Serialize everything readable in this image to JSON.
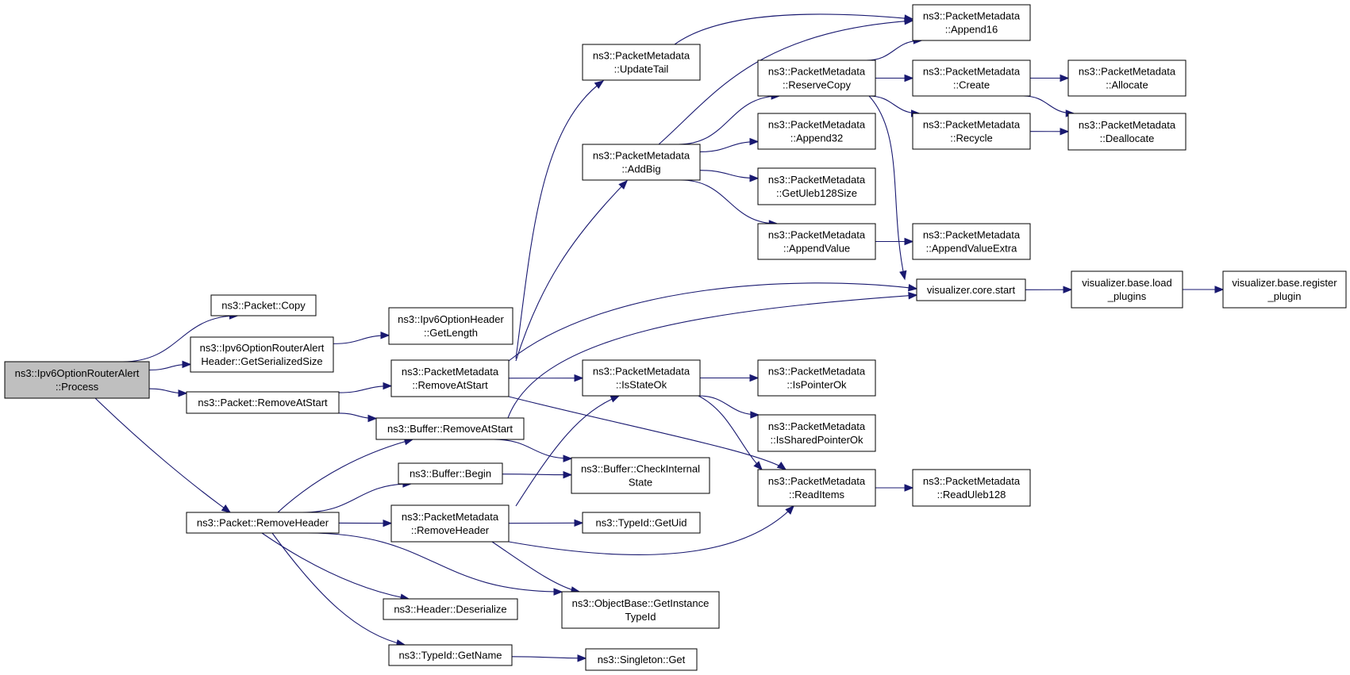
{
  "graph": {
    "root": "process",
    "nodes": [
      {
        "id": "process",
        "lines": [
          "ns3::Ipv6OptionRouterAlert",
          "::Process"
        ]
      },
      {
        "id": "packet_copy",
        "lines": [
          "ns3::Packet::Copy"
        ]
      },
      {
        "id": "get_serialized_size",
        "lines": [
          "ns3::Ipv6OptionRouterAlert",
          "Header::GetSerializedSize"
        ]
      },
      {
        "id": "packet_remove_at_start",
        "lines": [
          "ns3::Packet::RemoveAtStart"
        ]
      },
      {
        "id": "packet_remove_header",
        "lines": [
          "ns3::Packet::RemoveHeader"
        ]
      },
      {
        "id": "opt_get_length",
        "lines": [
          "ns3::Ipv6OptionHeader",
          "::GetLength"
        ]
      },
      {
        "id": "pm_remove_at_start",
        "lines": [
          "ns3::PacketMetadata",
          "::RemoveAtStart"
        ]
      },
      {
        "id": "buffer_remove_at_start",
        "lines": [
          "ns3::Buffer::RemoveAtStart"
        ]
      },
      {
        "id": "buffer_begin",
        "lines": [
          "ns3::Buffer::Begin"
        ]
      },
      {
        "id": "pm_remove_header",
        "lines": [
          "ns3::PacketMetadata",
          "::RemoveHeader"
        ]
      },
      {
        "id": "header_deserialize",
        "lines": [
          "ns3::Header::Deserialize"
        ]
      },
      {
        "id": "typeid_get_name",
        "lines": [
          "ns3::TypeId::GetName"
        ]
      },
      {
        "id": "pm_update_tail",
        "lines": [
          "ns3::PacketMetadata",
          "::UpdateTail"
        ]
      },
      {
        "id": "pm_add_big",
        "lines": [
          "ns3::PacketMetadata",
          "::AddBig"
        ]
      },
      {
        "id": "pm_is_state_ok",
        "lines": [
          "ns3::PacketMetadata",
          "::IsStateOk"
        ]
      },
      {
        "id": "buffer_check_internal_state",
        "lines": [
          "ns3::Buffer::CheckInternal",
          "State"
        ]
      },
      {
        "id": "typeid_get_uid",
        "lines": [
          "ns3::TypeId::GetUid"
        ]
      },
      {
        "id": "objectbase_get_instance_typeid",
        "lines": [
          "ns3::ObjectBase::GetInstance",
          "TypeId"
        ]
      },
      {
        "id": "singleton_get",
        "lines": [
          "ns3::Singleton::Get"
        ]
      },
      {
        "id": "pm_reserve_copy",
        "lines": [
          "ns3::PacketMetadata",
          "::ReserveCopy"
        ]
      },
      {
        "id": "pm_append32",
        "lines": [
          "ns3::PacketMetadata",
          "::Append32"
        ]
      },
      {
        "id": "pm_get_uleb128_size",
        "lines": [
          "ns3::PacketMetadata",
          "::GetUleb128Size"
        ]
      },
      {
        "id": "pm_append_value",
        "lines": [
          "ns3::PacketMetadata",
          "::AppendValue"
        ]
      },
      {
        "id": "pm_is_pointer_ok",
        "lines": [
          "ns3::PacketMetadata",
          "::IsPointerOk"
        ]
      },
      {
        "id": "pm_is_shared_pointer_ok",
        "lines": [
          "ns3::PacketMetadata",
          "::IsSharedPointerOk"
        ]
      },
      {
        "id": "pm_read_items",
        "lines": [
          "ns3::PacketMetadata",
          "::ReadItems"
        ]
      },
      {
        "id": "pm_append16",
        "lines": [
          "ns3::PacketMetadata",
          "::Append16"
        ]
      },
      {
        "id": "pm_create",
        "lines": [
          "ns3::PacketMetadata",
          "::Create"
        ]
      },
      {
        "id": "pm_recycle",
        "lines": [
          "ns3::PacketMetadata",
          "::Recycle"
        ]
      },
      {
        "id": "pm_append_value_extra",
        "lines": [
          "ns3::PacketMetadata",
          "::AppendValueExtra"
        ]
      },
      {
        "id": "visualizer_core_start",
        "lines": [
          "visualizer.core.start"
        ]
      },
      {
        "id": "pm_read_uleb128",
        "lines": [
          "ns3::PacketMetadata",
          "::ReadUleb128"
        ]
      },
      {
        "id": "pm_allocate",
        "lines": [
          "ns3::PacketMetadata",
          "::Allocate"
        ]
      },
      {
        "id": "pm_deallocate",
        "lines": [
          "ns3::PacketMetadata",
          "::Deallocate"
        ]
      },
      {
        "id": "visualizer_load_plugins",
        "lines": [
          "visualizer.base.load",
          "_plugins"
        ]
      },
      {
        "id": "visualizer_register_plugin",
        "lines": [
          "visualizer.base.register",
          "_plugin"
        ]
      }
    ],
    "edges": [
      [
        "process",
        "packet_copy"
      ],
      [
        "process",
        "get_serialized_size"
      ],
      [
        "process",
        "packet_remove_at_start"
      ],
      [
        "process",
        "packet_remove_header"
      ],
      [
        "get_serialized_size",
        "opt_get_length"
      ],
      [
        "packet_remove_at_start",
        "pm_remove_at_start"
      ],
      [
        "packet_remove_at_start",
        "buffer_remove_at_start"
      ],
      [
        "packet_remove_header",
        "buffer_remove_at_start"
      ],
      [
        "packet_remove_header",
        "buffer_begin"
      ],
      [
        "packet_remove_header",
        "pm_remove_header"
      ],
      [
        "packet_remove_header",
        "header_deserialize"
      ],
      [
        "packet_remove_header",
        "typeid_get_name"
      ],
      [
        "packet_remove_header",
        "objectbase_get_instance_typeid"
      ],
      [
        "pm_remove_at_start",
        "pm_update_tail"
      ],
      [
        "pm_remove_at_start",
        "pm_add_big"
      ],
      [
        "pm_remove_at_start",
        "pm_is_state_ok"
      ],
      [
        "pm_remove_at_start",
        "visualizer_core_start"
      ],
      [
        "pm_remove_at_start",
        "pm_read_items"
      ],
      [
        "buffer_remove_at_start",
        "visualizer_core_start"
      ],
      [
        "buffer_remove_at_start",
        "buffer_check_internal_state"
      ],
      [
        "buffer_begin",
        "buffer_check_internal_state"
      ],
      [
        "pm_remove_header",
        "pm_is_state_ok"
      ],
      [
        "pm_remove_header",
        "typeid_get_uid"
      ],
      [
        "pm_remove_header",
        "objectbase_get_instance_typeid"
      ],
      [
        "pm_remove_header",
        "pm_read_items"
      ],
      [
        "typeid_get_name",
        "singleton_get"
      ],
      [
        "pm_update_tail",
        "pm_append16"
      ],
      [
        "pm_add_big",
        "pm_append16"
      ],
      [
        "pm_add_big",
        "pm_reserve_copy"
      ],
      [
        "pm_add_big",
        "pm_append32"
      ],
      [
        "pm_add_big",
        "pm_get_uleb128_size"
      ],
      [
        "pm_add_big",
        "pm_append_value"
      ],
      [
        "pm_reserve_copy",
        "pm_append16"
      ],
      [
        "pm_reserve_copy",
        "pm_create"
      ],
      [
        "pm_reserve_copy",
        "pm_recycle"
      ],
      [
        "pm_reserve_copy",
        "visualizer_core_start"
      ],
      [
        "pm_append_value",
        "pm_append_value_extra"
      ],
      [
        "pm_is_state_ok",
        "pm_is_pointer_ok"
      ],
      [
        "pm_is_state_ok",
        "pm_is_shared_pointer_ok"
      ],
      [
        "pm_is_state_ok",
        "pm_read_items"
      ],
      [
        "pm_read_items",
        "pm_read_uleb128"
      ],
      [
        "pm_create",
        "pm_allocate"
      ],
      [
        "pm_create",
        "pm_deallocate"
      ],
      [
        "pm_recycle",
        "pm_deallocate"
      ],
      [
        "visualizer_core_start",
        "visualizer_load_plugins"
      ],
      [
        "visualizer_load_plugins",
        "visualizer_register_plugin"
      ]
    ]
  },
  "colors": {
    "edge": "#191970",
    "root_fill": "#bfbfbf",
    "node_fill": "#ffffff",
    "node_stroke": "#000000"
  }
}
